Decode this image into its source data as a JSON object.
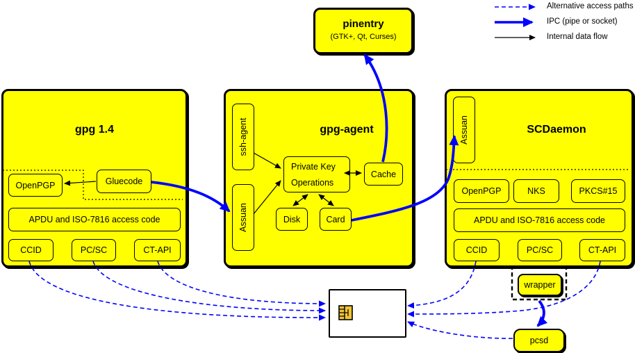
{
  "legend": {
    "items": [
      {
        "label": "Alternative access paths",
        "style": "dashed-blue-arrow"
      },
      {
        "label": "IPC (pipe or socket)",
        "style": "thick-blue-arrow"
      },
      {
        "label": "Internal data flow",
        "style": "thin-black-arrow"
      }
    ]
  },
  "pinentry": {
    "title": "pinentry",
    "subtitle": "(GTK+, Qt, Curses)"
  },
  "gpg14": {
    "title": "gpg 1.4",
    "gluecode": "Gluecode",
    "openpgp": "OpenPGP",
    "apdu": "APDU and ISO-7816 access code",
    "ccid": "CCID",
    "pcsc": "PC/SC",
    "ctapi": "CT-API"
  },
  "gpg_agent": {
    "title": "gpg-agent",
    "ssh_agent": "ssh-agent",
    "assuan": "Assuan",
    "private_key_ops_line1": "Private Key",
    "private_key_ops_line2": "Operations",
    "cache": "Cache",
    "disk": "Disk",
    "card": "Card"
  },
  "scdaemon": {
    "title": "SCDaemon",
    "assuan": "Assuan",
    "openpgp": "OpenPGP",
    "nks": "NKS",
    "pkcs15": "PKCS#15",
    "apdu": "APDU and ISO-7816 access code",
    "ccid": "CCID",
    "pcsc": "PC/SC",
    "ctapi": "CT-API"
  },
  "peripherals": {
    "wrapper": "wrapper",
    "pcsd": "pcsd",
    "smartcard": "smartcard"
  },
  "colors": {
    "box_fill": "#ffff00",
    "border": "#000000",
    "ipc_blue": "#0000ff",
    "card_fill": "#ffffff",
    "chip_gold": "#f2c434",
    "background": "#ffffff"
  }
}
